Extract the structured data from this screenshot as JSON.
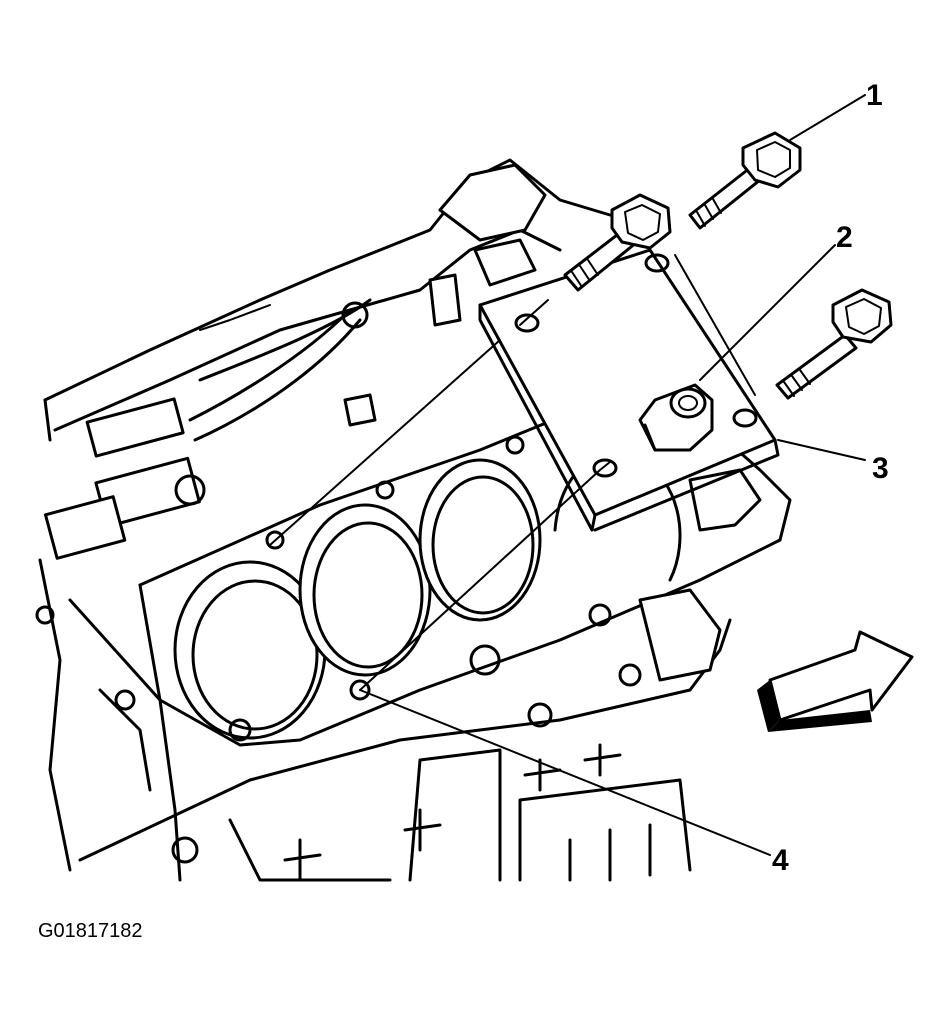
{
  "figure_id": "G01817182",
  "callouts": [
    "1",
    "2",
    "3",
    "4"
  ],
  "icons": [
    "direction-arrow-icon"
  ],
  "colors": {
    "ink": "#000000",
    "paper": "#ffffff"
  }
}
